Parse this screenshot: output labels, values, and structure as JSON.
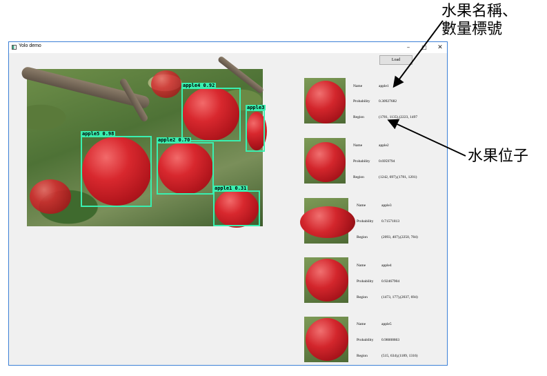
{
  "annotations": {
    "name_label_line1": "水果名稱、",
    "name_label_line2": "數量標號",
    "region_label": "水果位子"
  },
  "window": {
    "title": "Yolo demo",
    "minimize_glyph": "–",
    "maximize_glyph": "□",
    "close_glyph": "✕",
    "load_label": "Load"
  },
  "boxes": [
    {
      "label": "apple4 0.92"
    },
    {
      "label": "apple3"
    },
    {
      "label": "apple5 0.98"
    },
    {
      "label": "apple2 0.70"
    },
    {
      "label": "apple1 0.31"
    }
  ],
  "field_labels": {
    "name": "Name",
    "probability": "Probability",
    "region": "Region"
  },
  "detections": [
    {
      "name": "apple1",
      "probability": "0.30927682",
      "region": "(1781, 1135),(2223, 1497"
    },
    {
      "name": "apple2",
      "probability": "0.6959794",
      "region": "(1242, 697),(1781, 1201)"
    },
    {
      "name": "apple3",
      "probability": "0.71571813",
      "region": "(2093, 407),(2250, 784)"
    },
    {
      "name": "apple4",
      "probability": "0.92467904",
      "region": "(1473, 177),(2037, 694)"
    },
    {
      "name": "apple5",
      "probability": "0.98008863",
      "region": "(515, 634),(1189, 1316)"
    }
  ]
}
